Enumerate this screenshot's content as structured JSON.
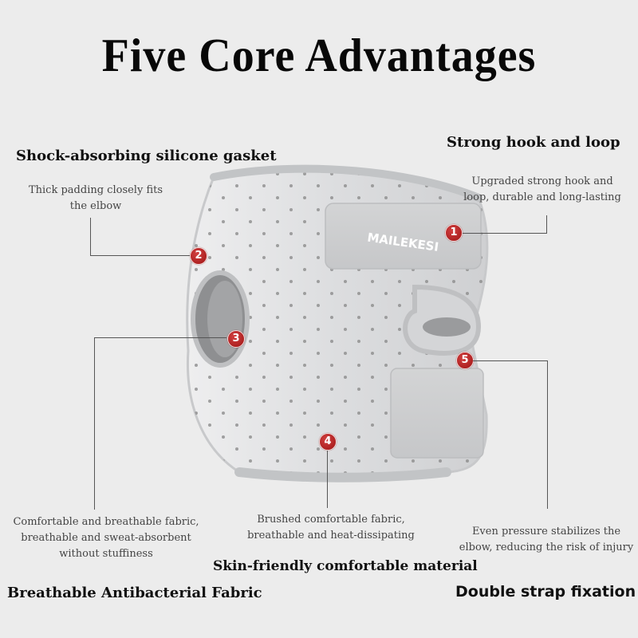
{
  "title": "Five Core Advantages",
  "product": {
    "brand_logo_text": "MAILEKESI",
    "description": "Gray perforated elbow brace with two hook-and-loop straps"
  },
  "callouts": [
    {
      "number": "1",
      "heading": "Strong hook and loop",
      "description_lines": [
        "Upgraded strong hook and",
        "loop, durable and long-lasting"
      ]
    },
    {
      "number": "2",
      "heading": "Shock-absorbing silicone gasket",
      "description_lines": [
        "Thick padding closely fits",
        "the elbow"
      ]
    },
    {
      "number": "3",
      "heading": "Breathable Antibacterial Fabric",
      "description_lines": [
        "Comfortable and breathable fabric,",
        "breathable and sweat-absorbent",
        "without stuffiness"
      ]
    },
    {
      "number": "4",
      "heading": "Skin-friendly comfortable material",
      "description_lines": [
        "Brushed comfortable fabric,",
        "breathable and heat-dissipating"
      ]
    },
    {
      "number": "5",
      "heading": "Double strap fixation",
      "description_lines": [
        "Even pressure stabilizes the",
        "elbow, reducing the risk of injury"
      ]
    }
  ],
  "colors": {
    "background": "#ececec",
    "badge": "#b52222",
    "brace": "#d9dadb",
    "strap": "#cfd0d1"
  }
}
